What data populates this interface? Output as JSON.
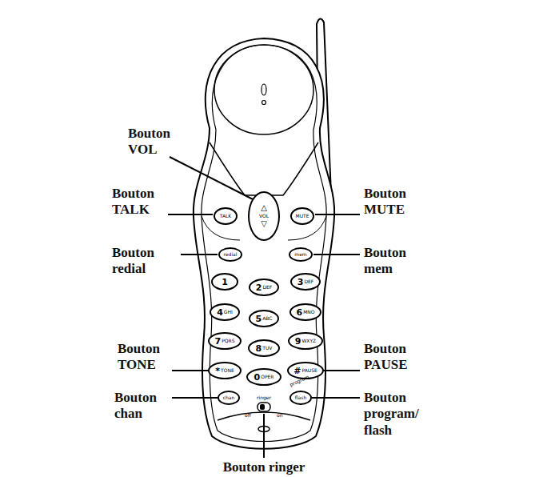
{
  "diagram": {
    "nodes": [
      {
        "text": [
          "TALK"
        ]
      },
      {
        "text": [
          "△",
          "VOL",
          "▽"
        ]
      },
      {
        "text": [
          "MUTE"
        ]
      },
      {
        "text": [
          "redial"
        ]
      },
      {
        "text": [
          "mem"
        ]
      },
      {
        "text": [
          "1"
        ]
      },
      {
        "text": [
          "2",
          "DEF"
        ]
      },
      {
        "text": [
          "3",
          "DEF"
        ]
      },
      {
        "text": [
          "4",
          "GHI"
        ]
      },
      {
        "text": [
          "5",
          "ABC"
        ]
      },
      {
        "text": [
          "6",
          "MNO"
        ]
      },
      {
        "text": [
          "7",
          "PQRS"
        ]
      },
      {
        "text": [
          "8",
          "TUV"
        ]
      },
      {
        "text": [
          "9",
          "WXYZ"
        ]
      },
      {
        "text": [
          "*",
          "TONE"
        ]
      },
      {
        "text": [
          "0",
          "OPER"
        ]
      },
      {
        "text": [
          "#",
          "PAUSE"
        ]
      },
      {
        "text": [
          "chan"
        ]
      },
      {
        "text": [
          "flash"
        ]
      }
    ],
    "labels": [
      "Bouton VOL",
      "Bouton TALK",
      "Bouton MUTE",
      "Bouton redial",
      "Bouton mem",
      "Bouton TONE",
      "Bouton PAUSE",
      "Bouton chan",
      "Bouton program/ flash",
      "Bouton ringer",
      "program",
      "ringer",
      "off",
      "on"
    ]
  }
}
